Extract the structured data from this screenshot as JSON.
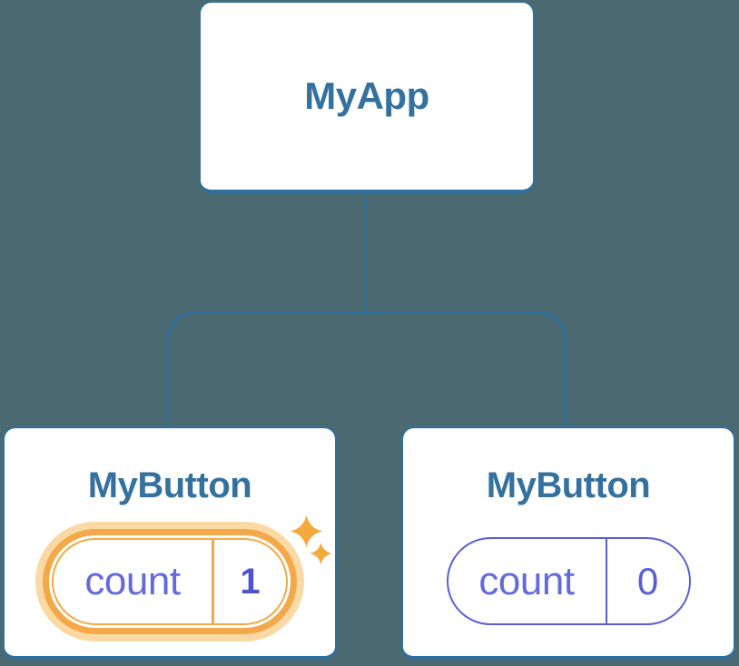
{
  "diagram": {
    "root": {
      "label": "MyApp"
    },
    "children": [
      {
        "label": "MyButton",
        "state": {
          "name": "count",
          "value": "1"
        },
        "highlighted": true
      },
      {
        "label": "MyButton",
        "state": {
          "name": "count",
          "value": "0"
        },
        "highlighted": false
      }
    ]
  },
  "icons": {
    "sparkle": "four-point-star-sparkle"
  },
  "colors": {
    "background": "#4a6971",
    "node_fill": "#ffffff",
    "node_border": "#30709f",
    "connector": "#30709f",
    "node_title_text": "#35719f",
    "state_border": "#5a5fd6",
    "state_label_text": "#646bd9",
    "state_value_text": "#5a5fd6",
    "state_value_highlighted_text": "#4d53c8",
    "highlight_orange": "#f3a94a",
    "highlight_glow": "#fbd9a4"
  }
}
